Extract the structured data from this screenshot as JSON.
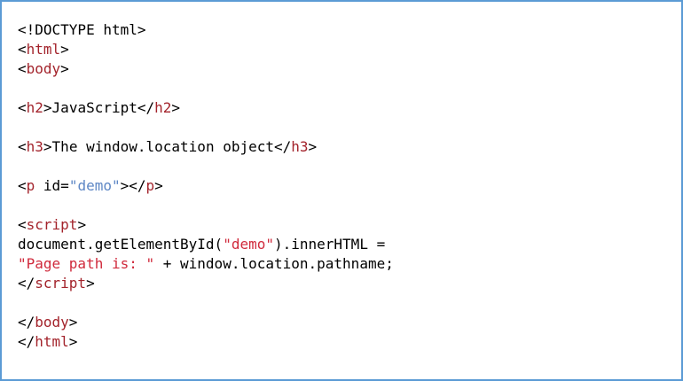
{
  "window": {
    "background": "#ffffff",
    "border_color": "#5b9bd5"
  },
  "colors": {
    "plain": "#000000",
    "tag": "#a3232b",
    "string": "#d02a3c",
    "attr_value": "#5e87c5"
  },
  "code": {
    "language": "html",
    "lines": [
      [
        {
          "t": "<!DOCTYPE html>",
          "c": "plain"
        }
      ],
      [
        {
          "t": "<",
          "c": "plain"
        },
        {
          "t": "html",
          "c": "tag"
        },
        {
          "t": ">",
          "c": "plain"
        }
      ],
      [
        {
          "t": "<",
          "c": "plain"
        },
        {
          "t": "body",
          "c": "tag"
        },
        {
          "t": ">",
          "c": "plain"
        }
      ],
      [],
      [
        {
          "t": "<",
          "c": "plain"
        },
        {
          "t": "h2",
          "c": "tag"
        },
        {
          "t": ">",
          "c": "plain"
        },
        {
          "t": "JavaScript",
          "c": "plain"
        },
        {
          "t": "</",
          "c": "plain"
        },
        {
          "t": "h2",
          "c": "tag"
        },
        {
          "t": ">",
          "c": "plain"
        }
      ],
      [],
      [
        {
          "t": "<",
          "c": "plain"
        },
        {
          "t": "h3",
          "c": "tag"
        },
        {
          "t": ">",
          "c": "plain"
        },
        {
          "t": "The window.location object",
          "c": "plain"
        },
        {
          "t": "</",
          "c": "plain"
        },
        {
          "t": "h3",
          "c": "tag"
        },
        {
          "t": ">",
          "c": "plain"
        }
      ],
      [],
      [
        {
          "t": "<",
          "c": "plain"
        },
        {
          "t": "p",
          "c": "tag"
        },
        {
          "t": " id=",
          "c": "plain"
        },
        {
          "t": "\"demo\"",
          "c": "attr_value"
        },
        {
          "t": ">",
          "c": "plain"
        },
        {
          "t": "</",
          "c": "plain"
        },
        {
          "t": "p",
          "c": "tag"
        },
        {
          "t": ">",
          "c": "plain"
        }
      ],
      [],
      [
        {
          "t": "<",
          "c": "plain"
        },
        {
          "t": "script",
          "c": "tag"
        },
        {
          "t": ">",
          "c": "plain"
        }
      ],
      [
        {
          "t": "document.getElementById(",
          "c": "plain"
        },
        {
          "t": "\"demo\"",
          "c": "string"
        },
        {
          "t": ").innerHTML =",
          "c": "plain"
        }
      ],
      [
        {
          "t": "\"Page path is: \"",
          "c": "string"
        },
        {
          "t": " + window.location.pathname;",
          "c": "plain"
        }
      ],
      [
        {
          "t": "</",
          "c": "plain"
        },
        {
          "t": "script",
          "c": "tag"
        },
        {
          "t": ">",
          "c": "plain"
        }
      ],
      [],
      [
        {
          "t": "</",
          "c": "plain"
        },
        {
          "t": "body",
          "c": "tag"
        },
        {
          "t": ">",
          "c": "plain"
        }
      ],
      [
        {
          "t": "</",
          "c": "plain"
        },
        {
          "t": "html",
          "c": "tag"
        },
        {
          "t": ">",
          "c": "plain"
        }
      ]
    ]
  }
}
